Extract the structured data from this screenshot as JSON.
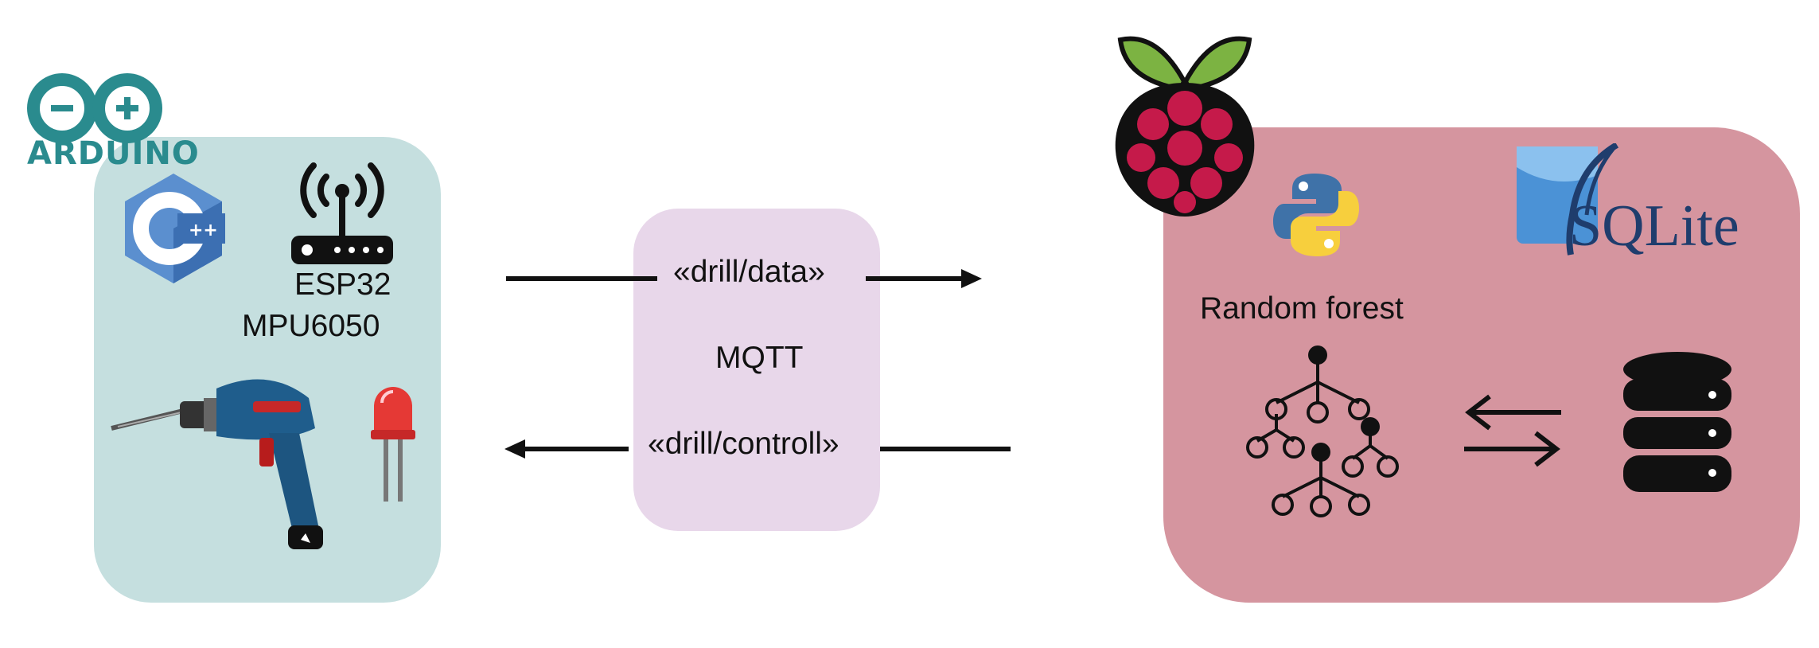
{
  "left_panel": {
    "brand": "ARDUINO",
    "labels": [
      "ESP32",
      "MPU6050"
    ],
    "icons": [
      "arduino-icon",
      "cpp-icon",
      "router-icon",
      "drill-icon",
      "led-icon"
    ]
  },
  "middle_panel": {
    "topic_out": "«drill/data»",
    "protocol": "MQTT",
    "topic_in": "«drill/controll»"
  },
  "right_panel": {
    "brand": "SQLite",
    "model_label": "Random forest",
    "icons": [
      "raspberry-pi-icon",
      "python-icon",
      "sqlite-icon",
      "decision-tree-icon",
      "exchange-arrows-icon",
      "database-icon"
    ]
  },
  "colors": {
    "left_bg": "#c5dfdf",
    "middle_bg": "#e8d7ea",
    "right_bg": "#d5959f",
    "arduino": "#2a8b8e"
  }
}
